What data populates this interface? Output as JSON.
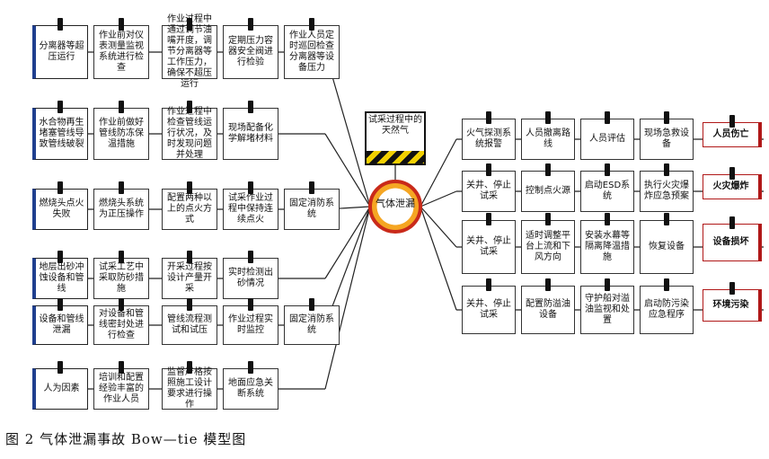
{
  "hazard": "试采过程中的天然气",
  "top_event": "气体泄漏",
  "caption": "图 2 气体泄漏事故 Bow—tie 模型图",
  "threats": [
    {
      "label": "分离器等超压运行",
      "barriers": [
        "作业前对仪表测量监视系统进行检查",
        "作业过程中通过调节油嘴开度，调节分离器等工作压力，确保不超压运行",
        "定期压力容器安全阀进行检验",
        "作业人员定时巡回检查分离器等设备压力"
      ]
    },
    {
      "label": "水合物再生堵塞管线导致管线破裂",
      "barriers": [
        "作业前做好管线防冻保温措施",
        "作业过程中检查管线运行状况，及时发现问题并处理",
        "现场配备化学解堵材料"
      ]
    },
    {
      "label": "燃烧头点火失败",
      "barriers": [
        "燃烧头系统为正压操作",
        "配置两种以上的点火方式",
        "试采作业过程中保持连续点火",
        "固定消防系统"
      ]
    },
    {
      "label": "地层出砂冲蚀设备和管线",
      "barriers": [
        "试采工艺中采取防砂措施",
        "开采过程按设计产量开采",
        "实时检测出砂情况"
      ]
    },
    {
      "label": "设备和管线泄漏",
      "barriers": [
        "对设备和管线密封处进行检查",
        "管线流程测试和试压",
        "作业过程实时监控",
        "固定消防系统"
      ]
    },
    {
      "label": "人为因素",
      "barriers": [
        "培训和配置经验丰富的作业人员",
        "监督严格按照施工设计要求进行操作",
        "地面应急关断系统"
      ]
    }
  ],
  "consequences": [
    {
      "label": "人员伤亡",
      "barriers": [
        "火气探测系统报警",
        "人员撤离路线",
        "人员评估",
        "现场急救设备"
      ]
    },
    {
      "label": "火灾爆炸",
      "barriers": [
        "关井、停止试采",
        "控制点火源",
        "启动ESD系统",
        "执行火灾爆炸应急预案"
      ]
    },
    {
      "label": "设备损坏",
      "barriers": [
        "关井、停止试采",
        "适时调整平台上流和下风方向",
        "安装水幕等隔离降温措施",
        "恢复设备"
      ]
    },
    {
      "label": "环境污染",
      "barriers": [
        "关井、停止试采",
        "配置防溢油设备",
        "守护船对溢油监视和处置",
        "启动防污染应急程序"
      ]
    }
  ]
}
